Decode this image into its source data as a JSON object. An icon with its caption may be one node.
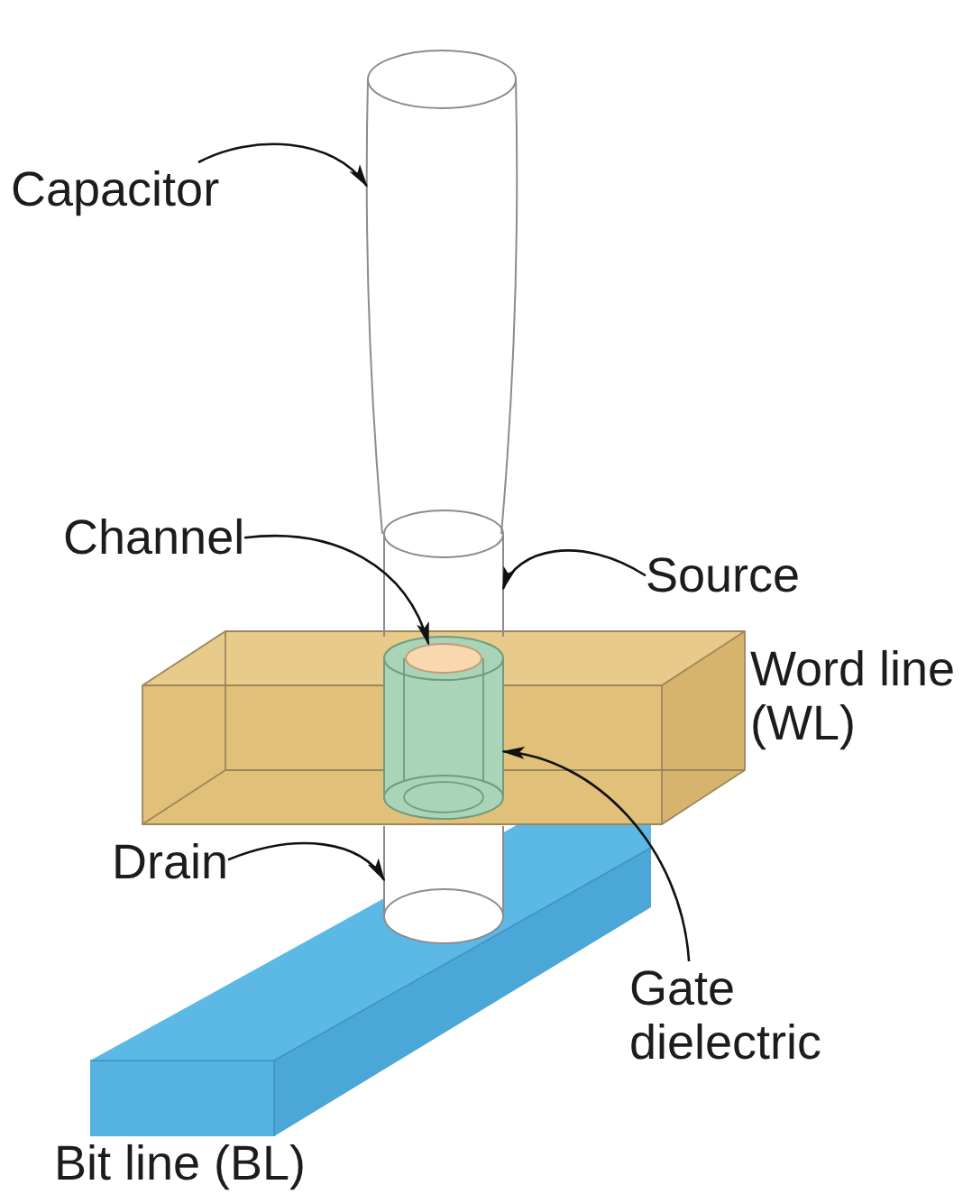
{
  "diagram": {
    "nodes": [
      {
        "text": [
          "Capacitor"
        ]
      },
      {
        "text": [],
        "shape": "cylinder"
      },
      {
        "text": [],
        "shape": "cylinder"
      },
      {
        "text": [
          "Channel"
        ]
      },
      {
        "text": [],
        "shape": "circle",
        "in": 2
      },
      {
        "text": [
          "Source"
        ]
      },
      {
        "text": [],
        "shape": "cylinder"
      },
      {
        "text": [
          "Drain"
        ]
      },
      {
        "text": [],
        "shape": "cylinder"
      },
      {
        "text": [
          "Gate dielectric"
        ]
      }
    ],
    "edges": [
      {
        "from": 0,
        "to": 1,
        "arrow": "to"
      },
      {
        "from": 3,
        "to": 4,
        "arrow": "to"
      },
      {
        "from": 5,
        "to": 6,
        "arrow": "to"
      },
      {
        "from": 7,
        "to": 8,
        "arrow": "to"
      },
      {
        "from": 9,
        "to": 2,
        "arrow": "to"
      }
    ],
    "labels": [
      "Word line (WL)",
      "Bit line (BL)"
    ]
  }
}
